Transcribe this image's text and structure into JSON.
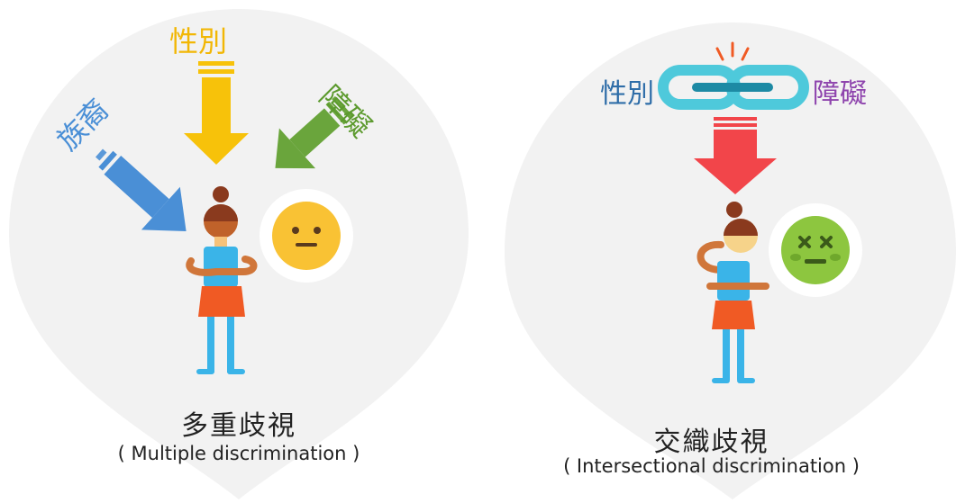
{
  "left": {
    "labels": {
      "gender": "性別",
      "disability": "障礙",
      "ethnicity": "族裔"
    },
    "title": "多重歧視",
    "subtitle": "( Multiple discrimination )"
  },
  "right": {
    "labels": {
      "gender": "性別",
      "disability": "障礙"
    },
    "title": "交織歧視",
    "subtitle": "( Intersectional discrimination )"
  },
  "colors": {
    "background_shape": "#f2f2f2",
    "ethnicity_arrow": "#4a8fd6",
    "gender_arrow": "#f7c20a",
    "disability_arrow": "#6aa53c",
    "combined_arrow": "#f2454a",
    "chain": "#4ec9db",
    "chain_dark": "#1d8aa4",
    "neutral_face": "#f9c234",
    "sick_face": "#8dc63f",
    "gender_text_right": "#2e6da8",
    "disability_text_right": "#8e44ad"
  }
}
